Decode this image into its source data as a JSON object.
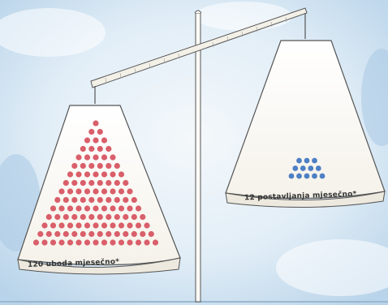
{
  "illustration": {
    "left_pan": {
      "label": "120 uboda mjesečno*",
      "dot_color": "#d95f6a",
      "dot_rows": [
        1,
        2,
        3,
        4,
        5,
        6,
        7,
        8,
        9,
        10,
        11,
        12,
        13,
        14,
        15
      ]
    },
    "right_pan": {
      "label": "12 postavljanja mjesečno*",
      "dot_color": "#4d7fc4",
      "dot_rows": [
        3,
        4,
        5
      ]
    },
    "colors": {
      "sky": "#cfe3f2",
      "sky_light": "#eef5fb",
      "pan_fill": "#fdfcf9",
      "stroke": "#555555",
      "beam": "#f3f0e8"
    }
  }
}
